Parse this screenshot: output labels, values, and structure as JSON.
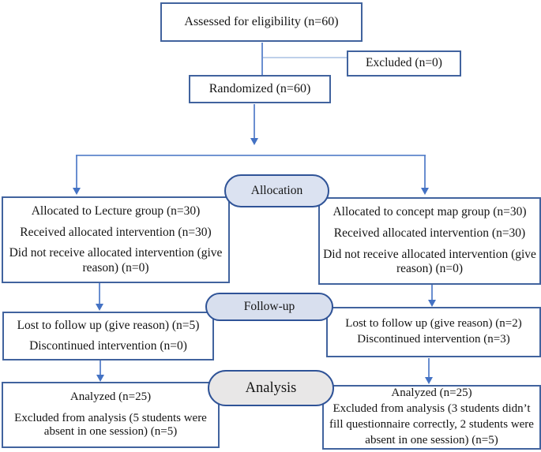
{
  "colors": {
    "box-border": "#41639e",
    "arrow": "#4472c4",
    "light-line": "#a9c0e4",
    "oval-border": "#2f5397",
    "oval-allocation-fill": "#dbe2f1",
    "oval-followup-fill": "#d8dfee",
    "oval-analysis-fill": "#e8e7e7",
    "text": "#141414"
  },
  "diagram": {
    "assessed": "Assessed for eligibility (n=60)",
    "excluded": "Excluded (n=0)",
    "randomized": "Randomized (n=60)",
    "stages": {
      "allocation": "Allocation",
      "followup": "Follow-up",
      "analysis": "Analysis"
    },
    "allocation_left": {
      "lines": [
        "Allocated to Lecture group (n=30)",
        "Received allocated intervention (n=30)",
        "Did not receive allocated intervention (give reason) (n=0)"
      ]
    },
    "allocation_right": {
      "lines": [
        "Allocated to concept map group (n=30)",
        "Received allocated intervention (n=30)",
        "Did not receive allocated intervention (give reason) (n=0)"
      ]
    },
    "followup_left": {
      "lines": [
        "Lost to follow up (give reason) (n=5)",
        "Discontinued intervention (n=0)"
      ]
    },
    "followup_right": {
      "lines": [
        "Lost to follow up (give reason) (n=2)",
        "Discontinued intervention (n=3)"
      ]
    },
    "analysis_left": {
      "lines": [
        "Analyzed (n=25)",
        "Excluded from analysis (5 students were absent in one session) (n=5)"
      ]
    },
    "analysis_right": {
      "lines": [
        "Analyzed (n=25)",
        "Excluded from analysis (3 students didn’t fill questionnaire correctly, 2 students were absent in one session) (n=5)"
      ]
    }
  }
}
